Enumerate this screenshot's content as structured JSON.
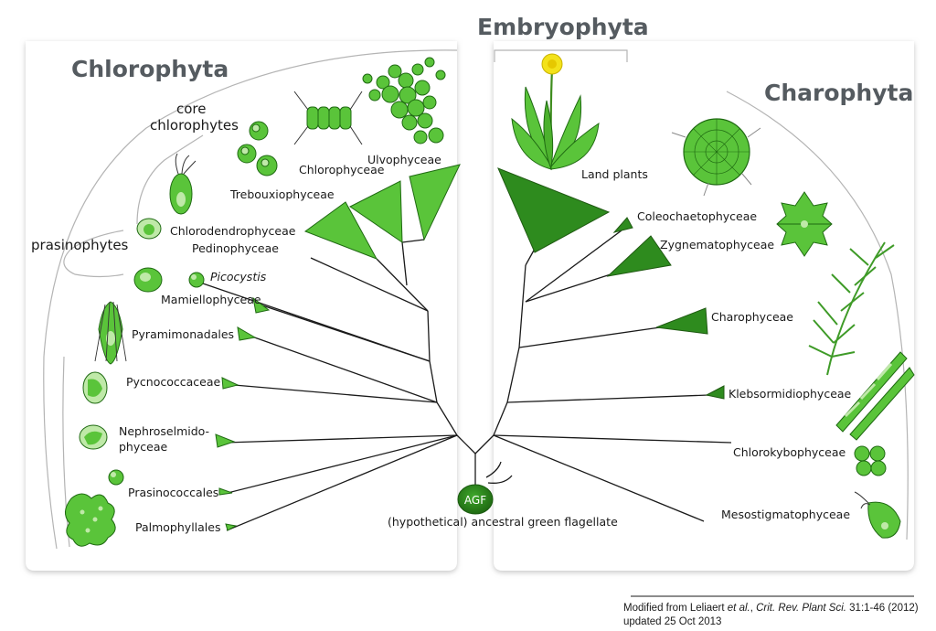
{
  "headers": {
    "chlorophyta": "Chlorophyta",
    "embryophyta": "Embryophyta",
    "charophyta": "Charophyta"
  },
  "groups": {
    "core_chlorophytes": [
      "core",
      "chlorophytes"
    ],
    "prasinophytes": "prasinophytes"
  },
  "clades_left": {
    "ulvophyceae": "Ulvophyceae",
    "chlorophyceae": "Chlorophyceae",
    "trebouxiophyceae": "Trebouxiophyceae",
    "chlorodendrophyceae": "Chlorodendrophyceae",
    "pedinophyceae": "Pedinophyceae",
    "picocystis": "Picocystis",
    "mamiellophyceae": "Mamiellophyceae",
    "pyramimonadales": "Pyramimonadales",
    "pycnococcaceae": "Pycnococcaceae",
    "nephroselmidophyceae": [
      "Nephroselmido-",
      "phyceae"
    ],
    "prasinococcales": "Prasinococcales",
    "palmophyllales": "Palmophyllales"
  },
  "clades_right": {
    "land_plants": "Land plants",
    "coleochaetophyceae": "Coleochaetophyceae",
    "zygnematophyceae": "Zygnematophyceae",
    "charophyceae": "Charophyceae",
    "klebsormidiophyceae": "Klebsormidiophyceae",
    "chlorokybophyceae": "Chlorokybophyceae",
    "mesostigmatophyceae": "Mesostigmatophyceae"
  },
  "root": {
    "badge": "AGF",
    "caption": "(hypothetical) ancestral green flagellate"
  },
  "citation": {
    "prefix": "Modified from Leliaert ",
    "etal": "et al.",
    "sep": ", ",
    "journal": "Crit. Rev. Plant Sci.",
    "ref": " 31:1-46 (2012)",
    "updated": "updated 25 Oct 2013"
  },
  "colors": {
    "bright_green": "#5ac43a",
    "dark_green": "#2e8b1e",
    "outline_green": "#1f6a12",
    "header_gray": "#555b60",
    "panel_shadow": "#cfcfcf"
  },
  "icons": [
    "dandelion-icon",
    "ulva-thallus-icon",
    "scenedesmus-icon",
    "trebouxia-cells-icon",
    "tetraselmis-icon",
    "pedinomonas-icon",
    "picocystis-icon",
    "pyramimonas-icon",
    "pycnococcus-icon",
    "nephroselmis-icon",
    "prasinococcus-icon",
    "palmophyllum-icon",
    "coleochaete-disc-icon",
    "desmid-icon",
    "chara-icon",
    "klebsormidium-filaments-icon",
    "chlorokybus-icon",
    "mesostigma-icon",
    "flagellate-icon"
  ]
}
